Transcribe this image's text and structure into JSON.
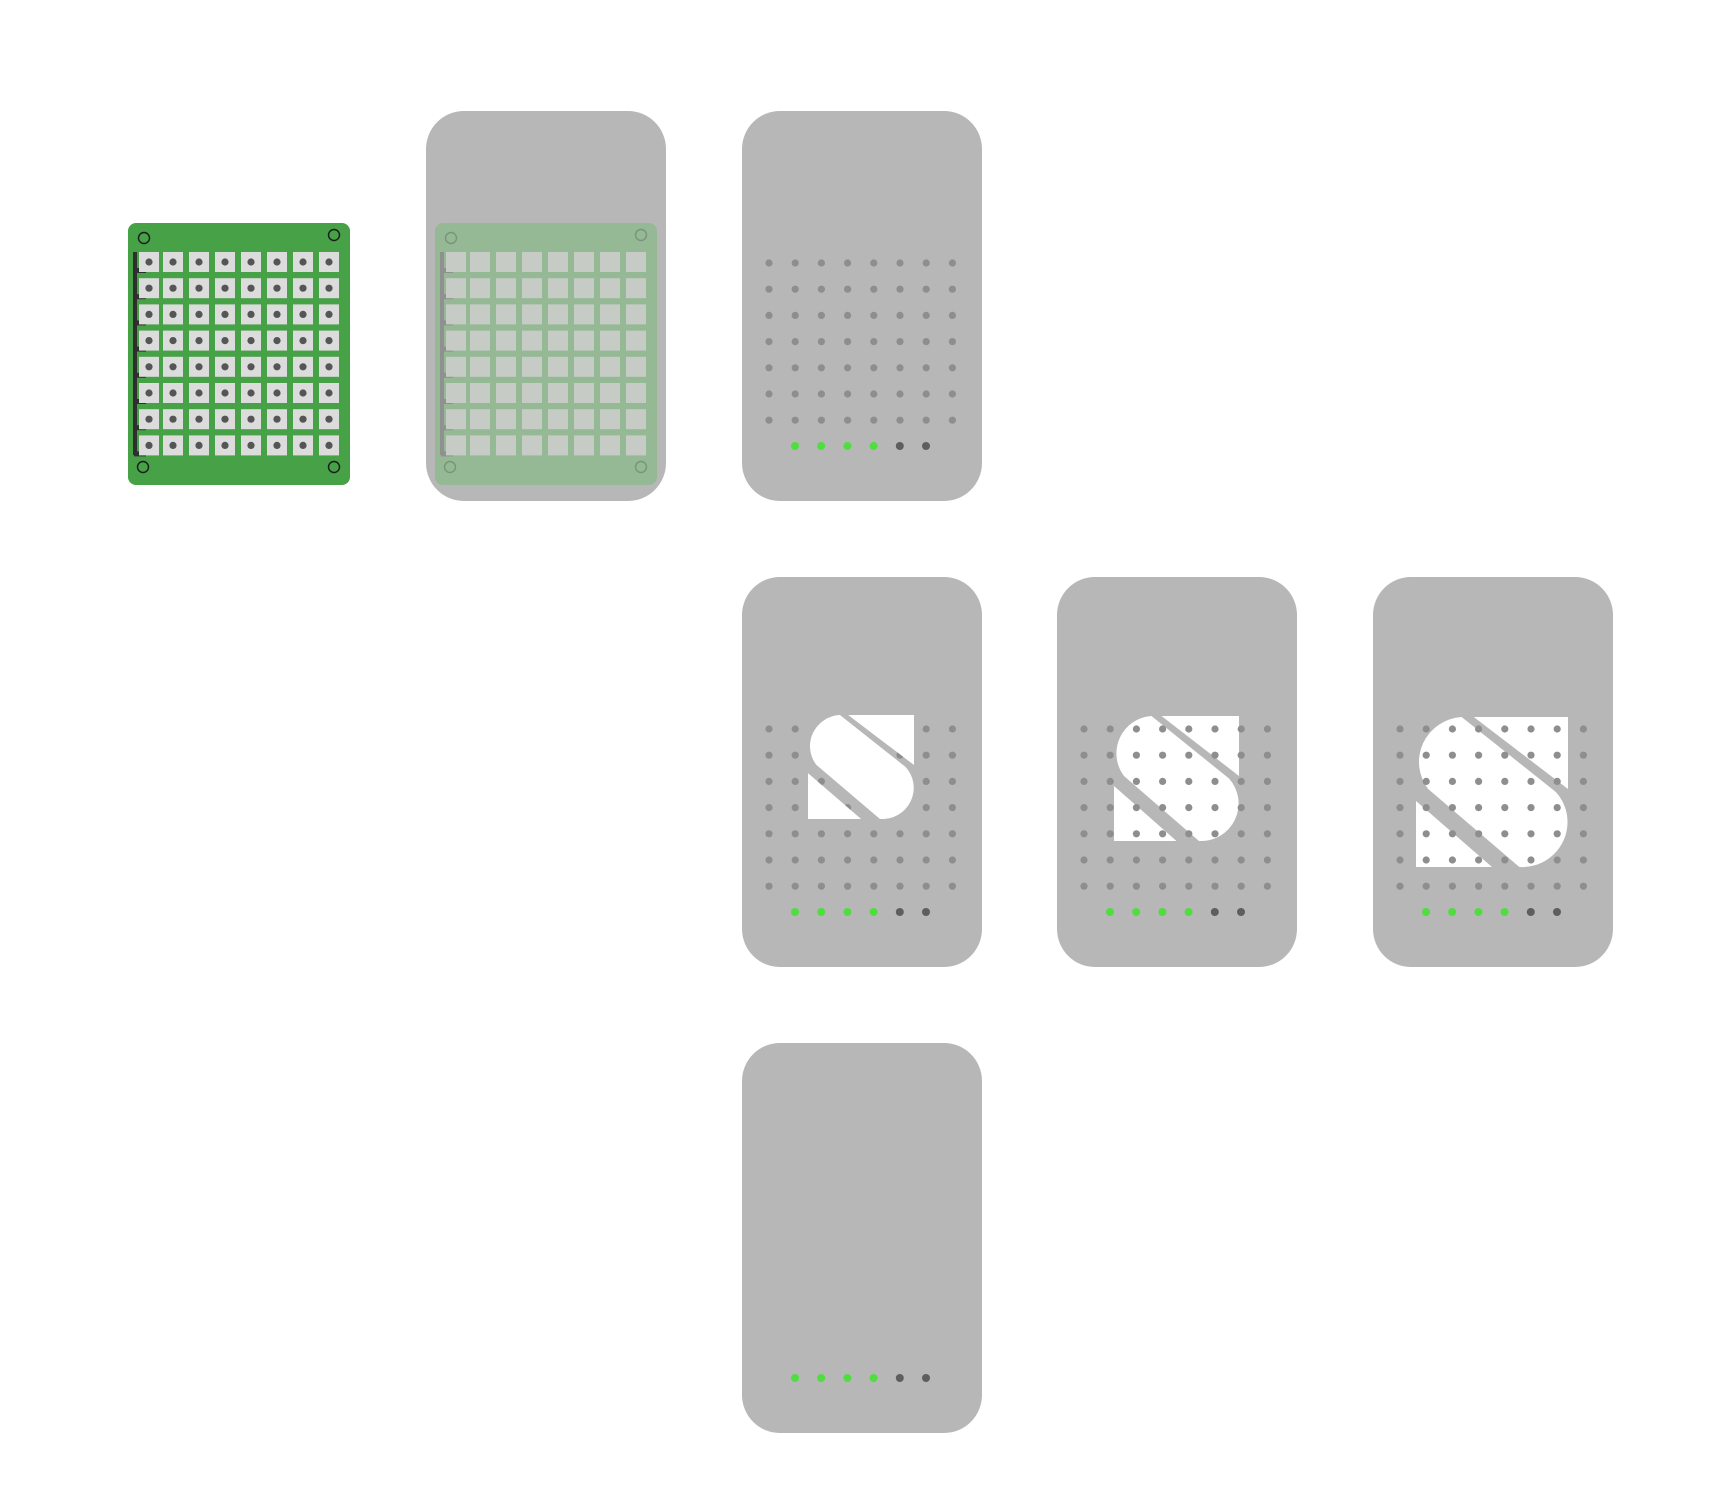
{
  "colors": {
    "background": "#ffffff",
    "pcb_green": "#47a147",
    "pcb_dark": "#2f2f2f",
    "pad_light": "#dcdcdc",
    "pad_hole": "#555555",
    "card_gray": "#b7b7b7",
    "card_dot": "#8e8e8e",
    "indicator_on": "#4fdd3f",
    "indicator_off": "#5e5e5e",
    "logo_fill": "#ffffff",
    "ghost_overlay": "#8fba8f"
  },
  "components": [
    {
      "id": "pcb-breadboard",
      "kind": "pcb",
      "rows": 8,
      "cols": 8
    },
    {
      "id": "card-ghost-pcb",
      "kind": "card",
      "variant": "ghost-pcb",
      "rows": 8,
      "cols": 8
    },
    {
      "id": "card-dot-grid",
      "kind": "card",
      "variant": "dots",
      "rows": 7,
      "cols": 8,
      "indicators": [
        1,
        1,
        1,
        1,
        0,
        0
      ]
    },
    {
      "id": "card-logo-small",
      "kind": "card",
      "variant": "logo-dots",
      "logo_scale": "small",
      "rows": 7,
      "cols": 8,
      "indicators": [
        1,
        1,
        1,
        1,
        0,
        0
      ]
    },
    {
      "id": "card-logo-medium",
      "kind": "card",
      "variant": "logo-dots",
      "logo_scale": "medium",
      "rows": 7,
      "cols": 8,
      "indicators": [
        1,
        1,
        1,
        1,
        0,
        0
      ]
    },
    {
      "id": "card-logo-large",
      "kind": "card",
      "variant": "logo-dots",
      "logo_scale": "large",
      "rows": 7,
      "cols": 8,
      "indicators": [
        1,
        1,
        1,
        1,
        0,
        0
      ]
    },
    {
      "id": "card-logo-only",
      "kind": "card",
      "variant": "logo-only",
      "logo_scale": "small",
      "indicators": [
        1,
        1,
        1,
        1,
        0,
        0
      ]
    }
  ]
}
